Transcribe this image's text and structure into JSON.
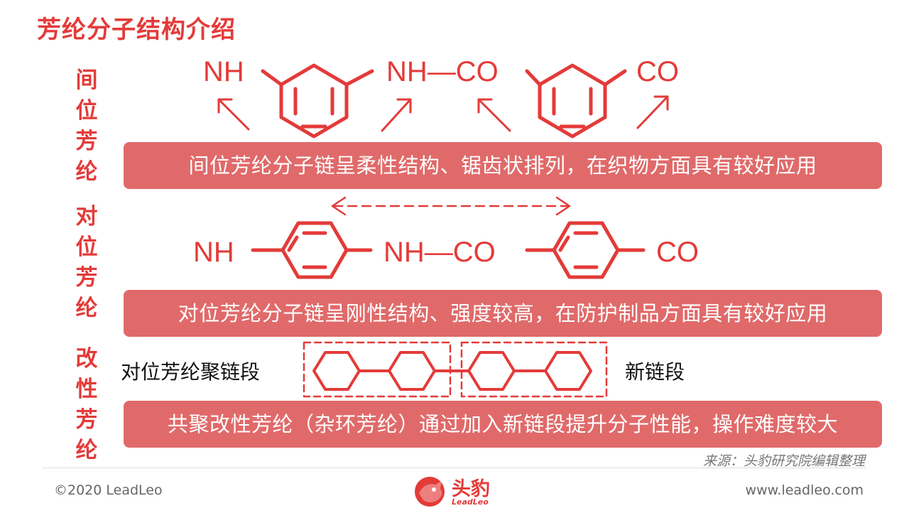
{
  "title": "芳纶分子结构介绍",
  "sections": {
    "meta": "间位芳纶",
    "para": "对位芳纶",
    "modified": "改性芳纶"
  },
  "descriptions": {
    "meta": "间位芳纶分子链呈柔性结构、锯齿状排列，在织物方面具有较好应用",
    "para": "对位芳纶分子链呈刚性结构、强度较高，在防护制品方面具有较好应用",
    "modified": "共聚改性芳纶（杂环芳纶）通过加入新链段提升分子性能，操作难度较大"
  },
  "chem": {
    "nh": "NH",
    "nh_co": "NH—CO",
    "co": "CO"
  },
  "segments": {
    "left": "对位芳纶聚链段",
    "right": "新链段"
  },
  "source": "来源：头豹研究院编辑整理",
  "footer": {
    "copyright": "©2020 LeadLeo",
    "url": "www.leadleo.com",
    "logo_cn": "头豹",
    "logo_en": "LeadLeo"
  },
  "colors": {
    "accent": "#e33b39",
    "bar": "#e06a6a"
  }
}
